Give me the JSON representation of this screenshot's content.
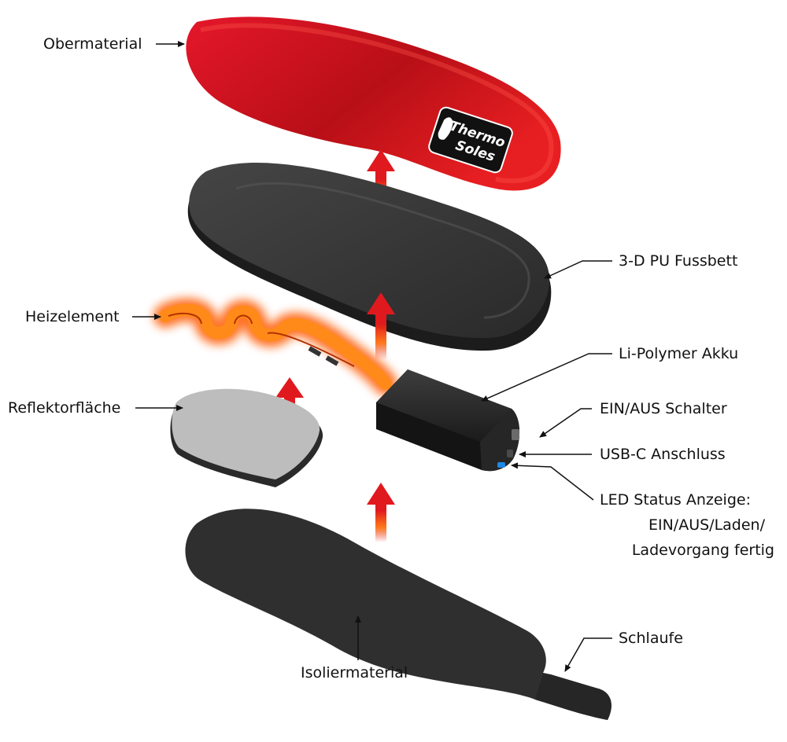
{
  "labels": {
    "obermaterial": "Obermaterial",
    "fussbett": "3-D PU Fussbett",
    "heizelement": "Heizelement",
    "akku": "Li-Polymer Akku",
    "reflektor": "Reflektorfläche",
    "schalter": "EIN/AUS Schalter",
    "usbc": "USB-C Anschluss",
    "led_line1": "LED Status Anzeige:",
    "led_line2": "EIN/AUS/Laden/",
    "led_line3": "Ladevorgang fertig",
    "schlaufe": "Schlaufe",
    "isoliermaterial": "Isoliermaterial"
  },
  "logo": {
    "line1": "Thermo",
    "line2": "Soles"
  },
  "colors": {
    "upper_red": "#d0101e",
    "upper_dark_red": "#8e0c10",
    "footbed_gray": "#3a3a3a",
    "insulation": "#2f2f2f",
    "reflector": "#b9b9b9",
    "heater_glow": "#ff6a00",
    "arrow_red": "#e0191e",
    "led_blue": "#1e88e5"
  }
}
